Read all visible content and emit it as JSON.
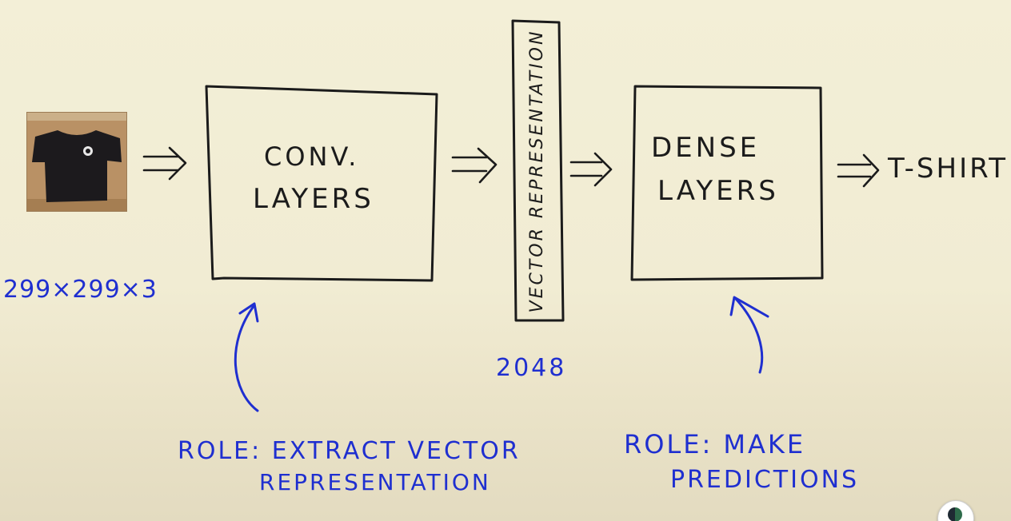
{
  "diagram": {
    "input_size": "299×299×3",
    "conv_block": {
      "line1": "CONV.",
      "line2": "LAYERS"
    },
    "vector_bar_label": "VECTOR REPRESENTATION",
    "vector_dim": "2048",
    "dense_block": {
      "line1": "DENSE",
      "line2": "LAYERS"
    },
    "output_label": "T-SHIRT",
    "arrow_glyph": "⇒",
    "conv_role": {
      "line1": "ROLE: EXTRACT VECTOR",
      "line2": "REPRESENTATION"
    },
    "dense_role": {
      "line1": "ROLE: MAKE",
      "line2": "PREDICTIONS"
    }
  },
  "colors": {
    "background": "#f3efd7",
    "ink": "#1b1b1b",
    "annotation_blue": "#1f2fd0",
    "tshirt": "#1c1a1d"
  },
  "icons": {
    "input_image": "tshirt-photo",
    "corner_badge": "presenter-badge-icon"
  }
}
